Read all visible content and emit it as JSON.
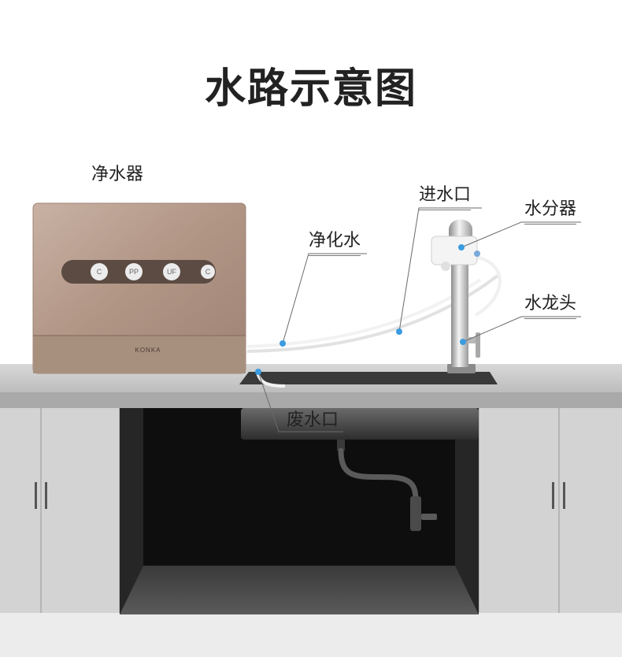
{
  "title": "水路示意图",
  "labels": {
    "purifier": "净水器",
    "purified_water": "净化水",
    "water_inlet": "进水口",
    "diverter": "水分器",
    "faucet": "水龙头",
    "waste_outlet": "废水口"
  },
  "device": {
    "brand": "KONKA",
    "filter_caps": [
      "C",
      "PP",
      "UF",
      "C"
    ]
  },
  "colors": {
    "background": "#ffffff",
    "counter": "#c9c9c9",
    "cabinet": "#d6d6d6",
    "cabinet_interior": "#111111",
    "purifier_body": "#b59c8e",
    "pipe": "#f2f2f2",
    "connector_dot": "#3a9be0"
  }
}
